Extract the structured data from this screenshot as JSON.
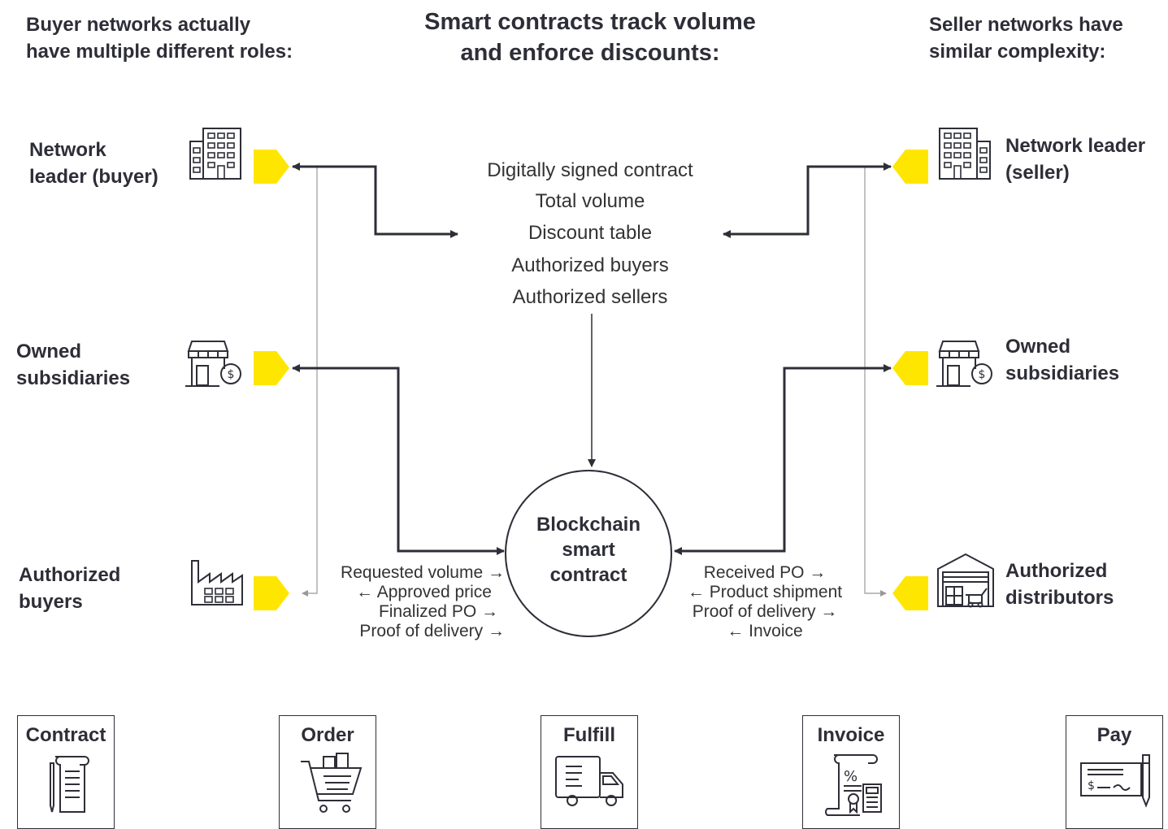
{
  "headers": {
    "left": [
      "Buyer networks actually",
      "have multiple different roles:"
    ],
    "center": [
      "Smart contracts track volume",
      "and enforce discounts:"
    ],
    "right": [
      "Seller networks have",
      "similar complexity:"
    ]
  },
  "buyer_roles": {
    "leader": [
      "Network",
      "leader (buyer)"
    ],
    "subsidiaries": [
      "Owned",
      "subsidiaries"
    ],
    "authorized": [
      "Authorized",
      "buyers"
    ]
  },
  "seller_roles": {
    "leader": [
      "Network leader",
      "(seller)"
    ],
    "subsidiaries": [
      "Owned",
      "subsidiaries"
    ],
    "authorized": [
      "Authorized",
      "distributors"
    ]
  },
  "contract_terms": [
    "Digitally signed contract",
    "Total volume",
    "Discount table",
    "Authorized buyers",
    "Authorized sellers"
  ],
  "core": [
    "Blockchain",
    "smart",
    "contract"
  ],
  "buyer_flows": [
    "Requested volume →",
    "← Approved price",
    "Finalized PO →",
    "Proof of delivery →"
  ],
  "seller_flows": [
    "Received PO →",
    "← Product shipment",
    "Proof of delivery →",
    "← Invoice"
  ],
  "stages": [
    "Contract",
    "Order",
    "Fulfill",
    "Invoice",
    "Pay"
  ],
  "icons": {
    "buyer": [
      "office-building-icon",
      "storefront-dollar-icon",
      "factory-icon"
    ],
    "seller": [
      "office-building-icon",
      "storefront-dollar-icon",
      "warehouse-icon"
    ],
    "stages": [
      "contract-scroll-icon",
      "shopping-cart-icon",
      "delivery-truck-icon",
      "invoice-calculator-icon",
      "check-pen-icon"
    ]
  },
  "colors": {
    "tag": "#ffe600",
    "ink": "#2e2e38",
    "thin_line": "#999999"
  }
}
